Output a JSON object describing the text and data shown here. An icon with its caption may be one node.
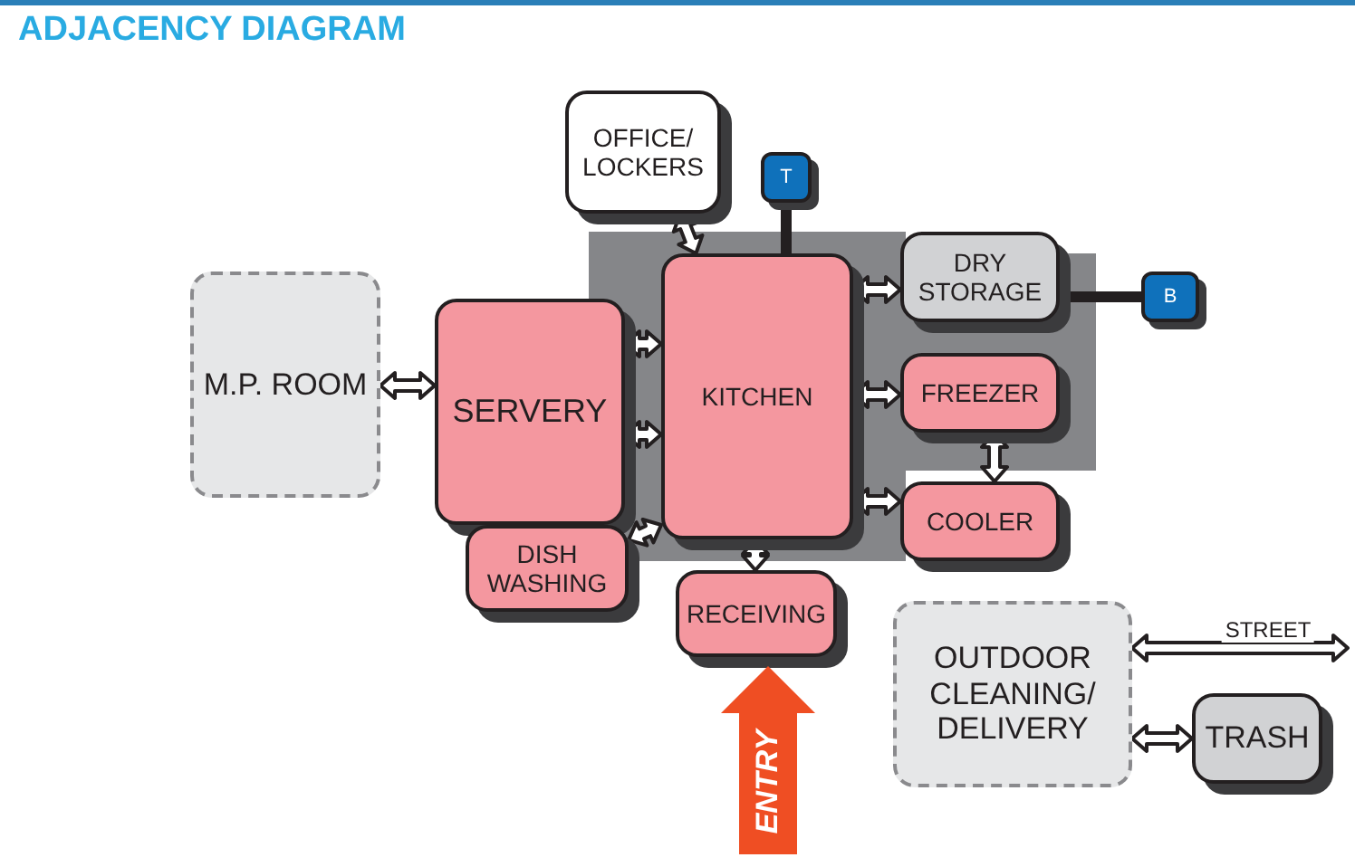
{
  "diagram": {
    "title": "ADJACENCY DIAGRAM",
    "nodes": [
      {
        "text": [
          "M.P. ROOM"
        ]
      },
      {
        "text": [
          "SERVERY"
        ]
      },
      {
        "text": [
          "OFFICE/ LOCKERS"
        ]
      },
      {
        "text": [
          "T"
        ]
      },
      {
        "text": [
          "KITCHEN"
        ]
      },
      {
        "text": [
          "DRY STORAGE"
        ]
      },
      {
        "text": [
          "B"
        ]
      },
      {
        "text": [
          "FREEZER"
        ]
      },
      {
        "text": [
          "COOLER"
        ]
      },
      {
        "text": [
          "DISH WASHING"
        ]
      },
      {
        "text": [
          "RECEIVING"
        ]
      },
      {
        "text": [
          "ENTRY"
        ]
      },
      {
        "text": [
          "OUTDOOR CLEANING/ DELIVERY"
        ]
      },
      {
        "text": [
          "TRASH"
        ]
      }
    ],
    "edges": [
      {
        "from": 0,
        "to": 1,
        "arrow": "both"
      },
      {
        "from": 1,
        "to": 4,
        "arrow": "both"
      },
      {
        "from": 1,
        "to": 4,
        "arrow": "both"
      },
      {
        "from": 2,
        "to": 4,
        "arrow": "both"
      },
      {
        "from": 3,
        "to": 4,
        "arrow": "none"
      },
      {
        "from": 4,
        "to": 5,
        "arrow": "both"
      },
      {
        "from": 5,
        "to": 6,
        "arrow": "none"
      },
      {
        "from": 4,
        "to": 7,
        "arrow": "both"
      },
      {
        "from": 4,
        "to": 8,
        "arrow": "both"
      },
      {
        "from": 7,
        "to": 8,
        "arrow": "both"
      },
      {
        "from": 9,
        "to": 4,
        "arrow": "both"
      },
      {
        "from": 4,
        "to": 10,
        "arrow": "both"
      },
      {
        "from": 12,
        "to": null,
        "arrow": "both",
        "label": "STREET"
      },
      {
        "from": 12,
        "to": 13,
        "arrow": "both"
      }
    ]
  }
}
